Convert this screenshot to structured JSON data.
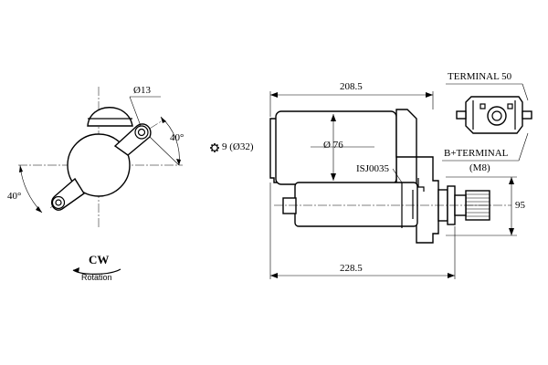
{
  "labels": {
    "dia13": "Ø13",
    "angle_top": "40°",
    "angle_left": "40°",
    "cw": "CW",
    "rotation": "Rotation",
    "dim_208": "208.5",
    "dim_228": "228.5",
    "dim_95": "95",
    "dia76": "Ø 76",
    "teeth": "9 (Ø32)",
    "part": "ISJ0035",
    "terminal50": "TERMINAL 50",
    "bterminal": "B+TERMINAL",
    "m8": "(M8)"
  },
  "icons": {
    "gear_icon": "gear-icon",
    "rotation_arrow": "rotation-arrow-icon"
  }
}
